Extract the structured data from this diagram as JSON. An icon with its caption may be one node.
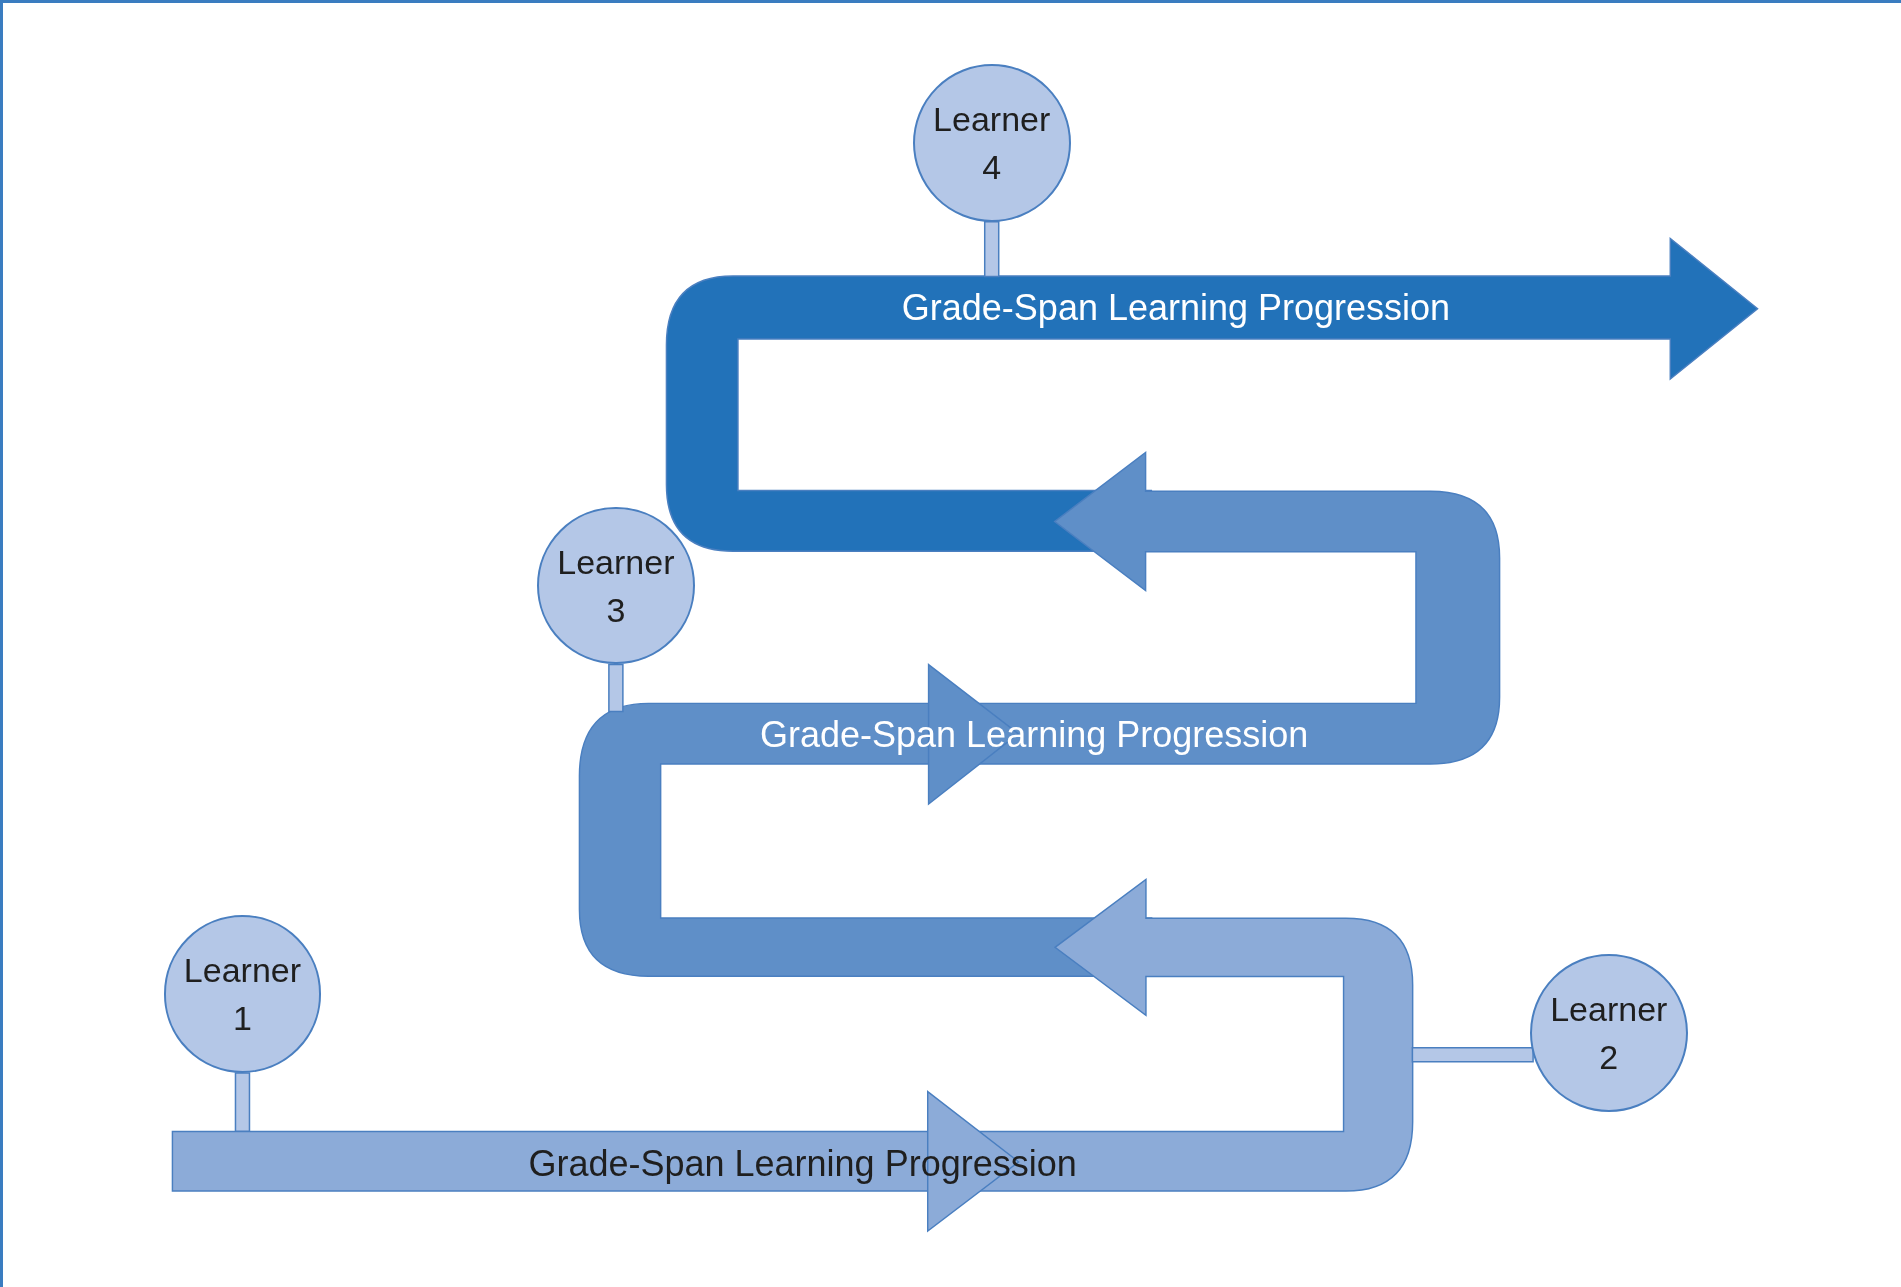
{
  "diagram": {
    "nodes": [
      {
        "text": [
          "Learner 4"
        ]
      },
      {
        "text": [
          "Grade-Span Learning Progression"
        ]
      },
      {
        "text": [
          "Learner 3"
        ]
      },
      {
        "text": [
          "Grade-Span Learning Progression"
        ]
      },
      {
        "text": [
          "Learner 1"
        ]
      },
      {
        "text": [
          "Learner 2"
        ]
      },
      {
        "text": [
          "Grade-Span Learning Progression"
        ]
      }
    ],
    "edges": [
      {
        "from": 0,
        "to": 1,
        "arrow": "none"
      },
      {
        "from": 2,
        "to": 3,
        "arrow": "none"
      },
      {
        "from": 4,
        "to": 6,
        "arrow": "none"
      },
      {
        "from": 5,
        "to": 6,
        "arrow": "none"
      }
    ]
  }
}
